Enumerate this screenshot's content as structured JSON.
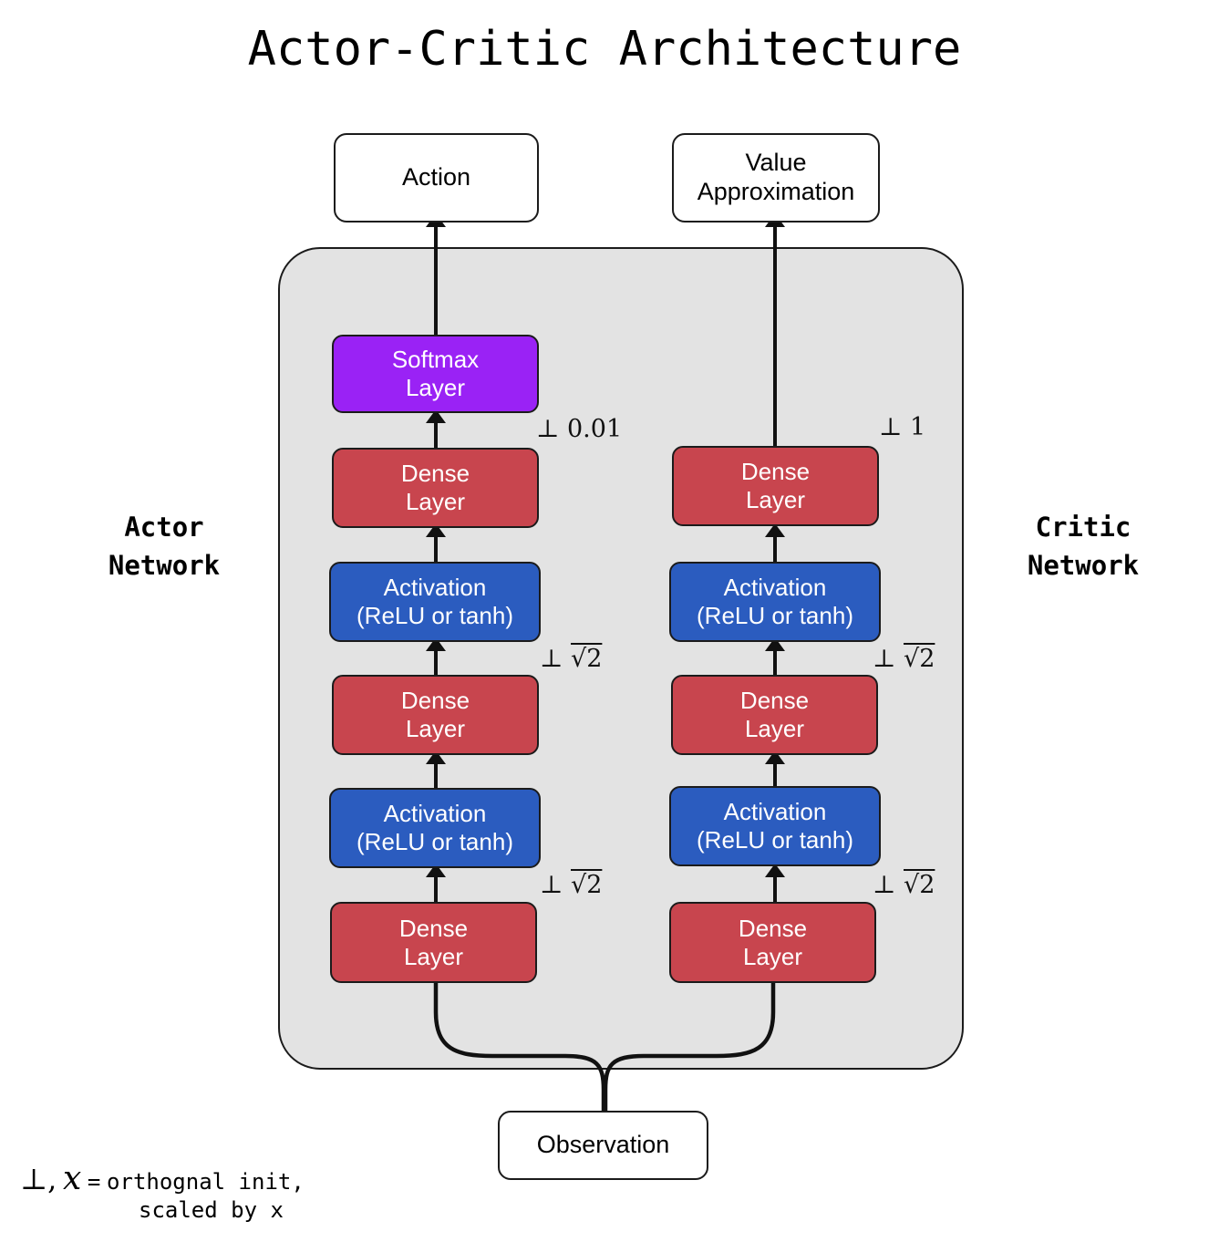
{
  "title": "Actor-Critic Architecture",
  "colors": {
    "dense": "#c8454e",
    "activation": "#2b5cbf",
    "softmax": "#9a22f5",
    "panel_bg": "#e3e3e3",
    "stroke": "#1b1b1b",
    "io_bg": "#ffffff"
  },
  "outputs": {
    "action": "Action",
    "value": "Value\nApproximation"
  },
  "input": {
    "observation": "Observation"
  },
  "labels": {
    "actor": "Actor\nNetwork",
    "critic": "Critic\nNetwork"
  },
  "actor": {
    "nodes": [
      {
        "label": "Softmax\nLayer",
        "kind": "softmax"
      },
      {
        "label": "Dense\nLayer",
        "kind": "dense"
      },
      {
        "label": "Activation\n(ReLU or tanh)",
        "kind": "activation"
      },
      {
        "label": "Dense\nLayer",
        "kind": "dense"
      },
      {
        "label": "Activation\n(ReLU or tanh)",
        "kind": "activation"
      },
      {
        "label": "Dense\nLayer",
        "kind": "dense"
      }
    ],
    "annotations": [
      {
        "symbol": "⊥",
        "scale": "0.01"
      },
      {
        "symbol": "⊥",
        "scale": "√2"
      },
      {
        "symbol": "⊥",
        "scale": "√2"
      }
    ]
  },
  "critic": {
    "nodes": [
      {
        "label": "Dense\nLayer",
        "kind": "dense"
      },
      {
        "label": "Activation\n(ReLU or tanh)",
        "kind": "activation"
      },
      {
        "label": "Dense\nLayer",
        "kind": "dense"
      },
      {
        "label": "Activation\n(ReLU or tanh)",
        "kind": "activation"
      },
      {
        "label": "Dense\nLayer",
        "kind": "dense"
      }
    ],
    "annotations": [
      {
        "symbol": "⊥",
        "scale": "1"
      },
      {
        "symbol": "⊥",
        "scale": "√2"
      },
      {
        "symbol": "⊥",
        "scale": "√2"
      }
    ]
  },
  "legend": {
    "symbol": "⊥",
    "comma": ",",
    "variable": "x",
    "equals": "=",
    "line1": "orthognal init,",
    "line2": "scaled by x"
  }
}
